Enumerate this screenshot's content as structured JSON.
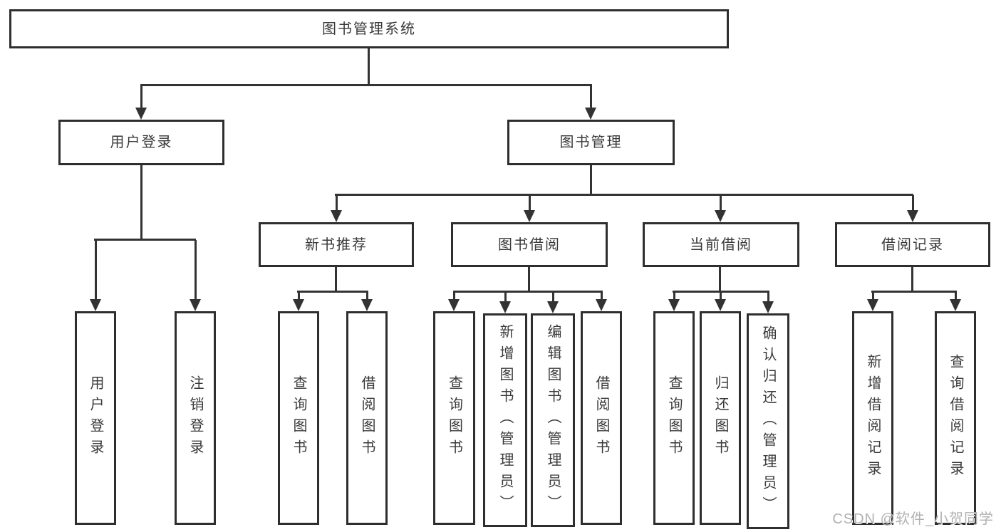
{
  "diagram": {
    "root": {
      "label": "图书管理系统"
    },
    "branches": [
      {
        "label": "用户登录",
        "children": [
          {
            "label": "用户登录"
          },
          {
            "label": "注销登录"
          }
        ]
      },
      {
        "label": "图书管理",
        "groups": [
          {
            "label": "新书推荐",
            "children": [
              {
                "label": "查询图书"
              },
              {
                "label": "借阅图书"
              }
            ]
          },
          {
            "label": "图书借阅",
            "children": [
              {
                "label": "查询图书"
              },
              {
                "label": "新增图书（管理员）"
              },
              {
                "label": "编辑图书（管理员）"
              },
              {
                "label": "借阅图书"
              }
            ]
          },
          {
            "label": "当前借阅",
            "children": [
              {
                "label": "查询图书"
              },
              {
                "label": "归还图书"
              },
              {
                "label": "确认归还（管理员）"
              }
            ]
          },
          {
            "label": "借阅记录",
            "children": [
              {
                "label": "新增借阅记录"
              },
              {
                "label": "查询借阅记录"
              }
            ]
          }
        ]
      }
    ]
  },
  "colors": {
    "line": "#333333",
    "box_border": "#2e2e2e",
    "box_fill": "#ffffff",
    "text": "#3a3a3a",
    "watermark": "#b1b1b1",
    "background": "#ffffff"
  },
  "watermark": {
    "text": "CSDN @软件_小贺同学"
  }
}
